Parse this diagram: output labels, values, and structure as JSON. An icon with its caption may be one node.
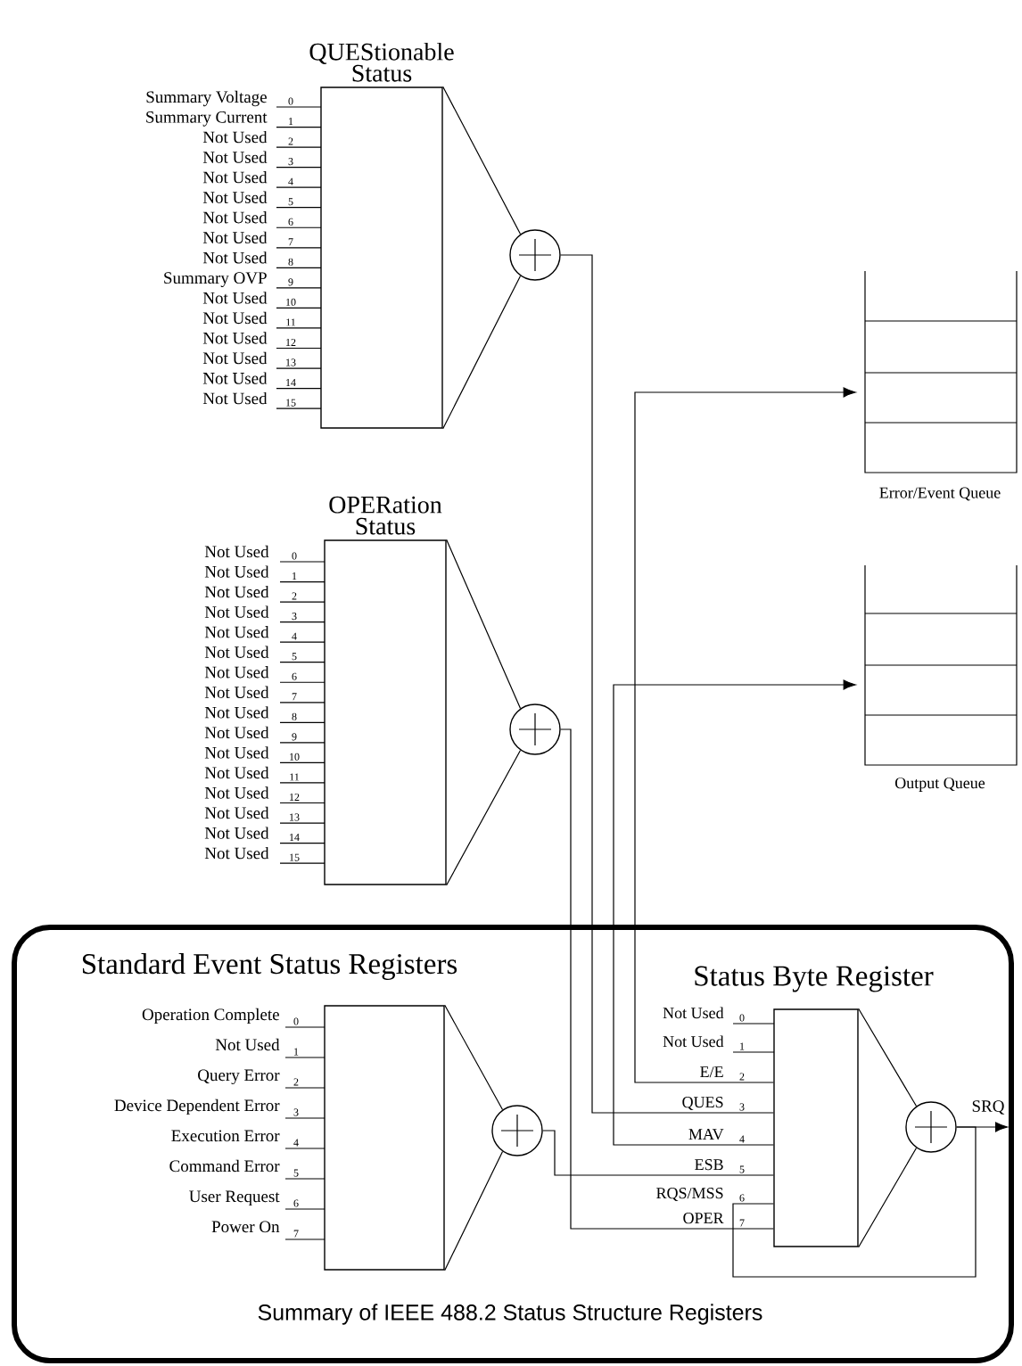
{
  "diagram": {
    "nodes": [
      {
        "text": [
          "QUEStionable Status"
        ],
        "beside": [
          "Summary Voltage",
          "0",
          "Summary Current",
          "1",
          "Not Used",
          "2",
          "Not Used",
          "3",
          "Not Used",
          "4",
          "Not Used",
          "5",
          "Not Used",
          "6",
          "Not Used",
          "7",
          "Not Used",
          "8",
          "Summary OVP",
          "9",
          "Not Used",
          "10",
          "Not Used",
          "11",
          "Not Used",
          "12",
          "Not Used",
          "13",
          "Not Used",
          "14",
          "Not Used",
          "15"
        ]
      },
      {
        "text": [],
        "shape": "circle"
      },
      {
        "text": [
          "OPERation Status"
        ],
        "beside": [
          "Not Used",
          "0",
          "Not Used",
          "1",
          "Not Used",
          "2",
          "Not Used",
          "3",
          "Not Used",
          "4",
          "Not Used",
          "5",
          "Not Used",
          "6",
          "Not Used",
          "7",
          "Not Used",
          "8",
          "Not Used",
          "9",
          "Not Used",
          "10",
          "Not Used",
          "11",
          "Not Used",
          "12",
          "Not Used",
          "13",
          "Not Used",
          "14",
          "Not Used",
          "15"
        ]
      },
      {
        "text": [],
        "shape": "circle"
      },
      {
        "text": [
          "Summary of IEEE 488.2 Status Structure Registers"
        ]
      },
      {
        "text": [
          "Standard Event Status Registers"
        ],
        "in": 4,
        "beside": [
          "Operation Complete",
          "0",
          "Not Used",
          "1",
          "Query Error",
          "2",
          "Device Dependent Error",
          "3",
          "Execution Error",
          "4",
          "Command Error",
          "5",
          "User Request",
          "6",
          "Power On",
          "7"
        ]
      },
      {
        "text": [],
        "shape": "circle",
        "in": 4
      },
      {
        "text": [
          "Status Byte Register"
        ],
        "in": 4,
        "beside": [
          "Not Used",
          "0",
          "Not Used",
          "1",
          "E/E",
          "2",
          "QUES",
          "3",
          "MAV",
          "4",
          "ESB",
          "5",
          "RQS/MSS",
          "6",
          "OPER",
          "7"
        ]
      },
      {
        "text": [],
        "shape": "circle",
        "in": 4
      },
      {
        "text": [
          "Error/Event Queue"
        ]
      },
      {
        "text": [
          "Output Queue"
        ]
      }
    ],
    "edges": [
      {
        "from": 0,
        "to": 1,
        "arrow": "none"
      },
      {
        "from": 2,
        "to": 3,
        "arrow": "none"
      },
      {
        "from": 5,
        "to": 6,
        "arrow": "none"
      },
      {
        "from": 7,
        "to": 8,
        "arrow": "none"
      },
      {
        "from": 1,
        "to": 7,
        "arrow": "none"
      },
      {
        "from": 3,
        "to": 7,
        "arrow": "none"
      },
      {
        "from": 6,
        "to": 7,
        "arrow": "none"
      },
      {
        "from": 7,
        "to": 9,
        "arrow": "to"
      },
      {
        "from": 7,
        "to": 10,
        "arrow": "to"
      },
      {
        "from": 8,
        "to": 7,
        "arrow": "none"
      },
      {
        "from": 8,
        "to": null,
        "arrow": "to",
        "label": "SRQ"
      }
    ]
  }
}
